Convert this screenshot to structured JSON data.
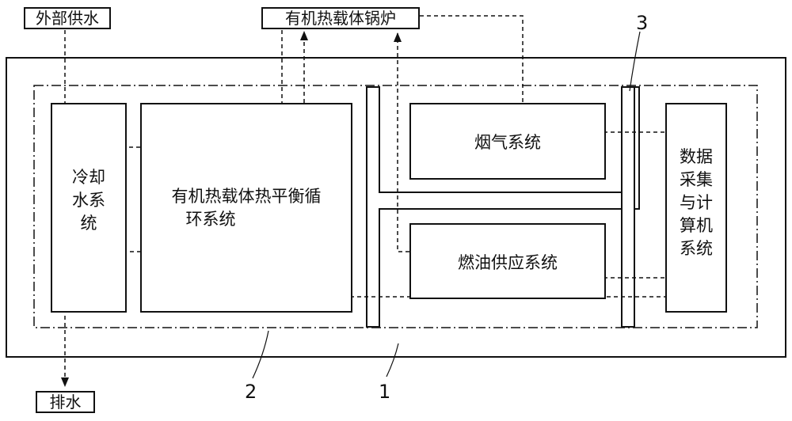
{
  "external": {
    "water_supply": "外部供水",
    "boiler": "有机热载体锅炉",
    "drain": "排水"
  },
  "systems": {
    "cooling_water": "冷却\n水系\n统",
    "heat_balance_line1": "有机热载体热平衡循",
    "heat_balance_line2": "环系统",
    "flue_gas": "烟气系统",
    "fuel_supply": "燃油供应系统",
    "data_acquisition": "数据\n采集\n与计\n算机\n系统"
  },
  "reference_numbers": {
    "n1": "1",
    "n2": "2",
    "n3": "3"
  }
}
